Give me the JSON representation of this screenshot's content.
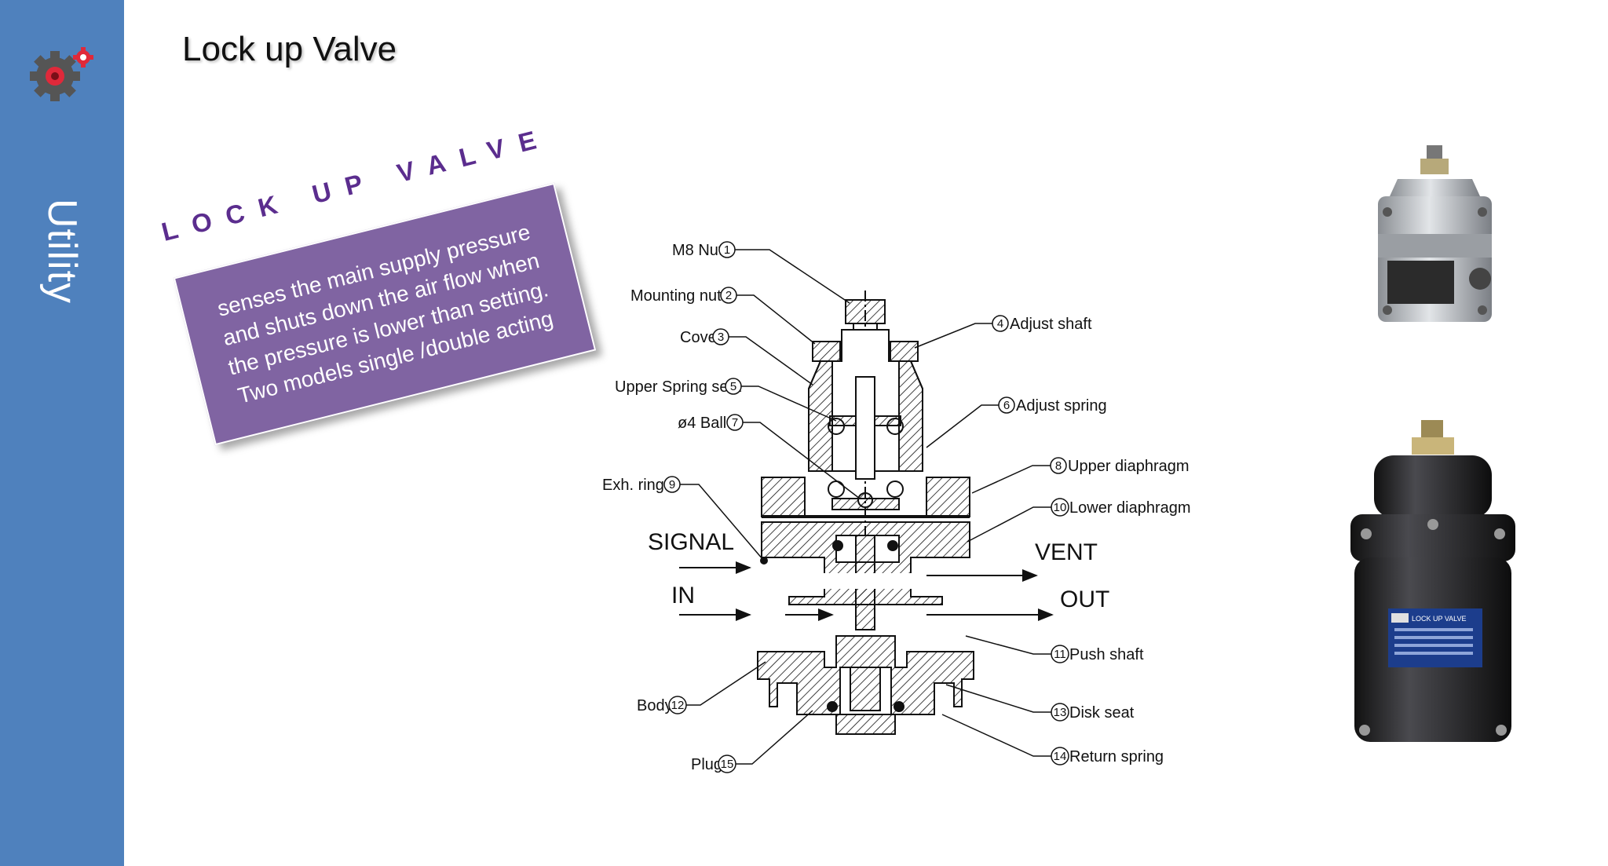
{
  "sidebar": {
    "section_label": "Utility",
    "logo_icon": "gears-icon"
  },
  "title": "Lock up Valve",
  "callout": {
    "heading": "LOCK UP VALVE",
    "lines": [
      "senses the main supply pressure",
      "and shuts down the air flow when",
      "the pressure is lower than setting.",
      "Two models single /double acting"
    ]
  },
  "diagram": {
    "parts": {
      "p1": "M8 Nut",
      "p2": "Mounting nut",
      "p3": "Cover",
      "p4": "Adjust shaft",
      "p5": "Upper Spring seat",
      "p6": "Adjust spring",
      "p7": "ø4 Ball",
      "p8": "Upper diaphragm",
      "p9": "Exh. ring",
      "p10": "Lower diaphragm",
      "p11": "Push shaft",
      "p12": "Body",
      "p13": "Disk seat",
      "p14": "Return spring",
      "p15": "Plug"
    },
    "numbers": {
      "n1": "1",
      "n2": "2",
      "n3": "3",
      "n4": "4",
      "n5": "5",
      "n6": "6",
      "n7": "7",
      "n8": "8",
      "n9": "9",
      "n10": "10",
      "n11": "11",
      "n12": "12",
      "n13": "13",
      "n14": "14",
      "n15": "15"
    },
    "ports": {
      "signal": "SIGNAL",
      "in": "IN",
      "vent": "VENT",
      "out": "OUT"
    }
  },
  "product_label": {
    "text": "LOCK UP VALVE"
  },
  "colors": {
    "sidebar": "#4f81bd",
    "callout": "#8064a2",
    "heading": "#5b2d8e",
    "gear_accent": "#e0293a"
  }
}
